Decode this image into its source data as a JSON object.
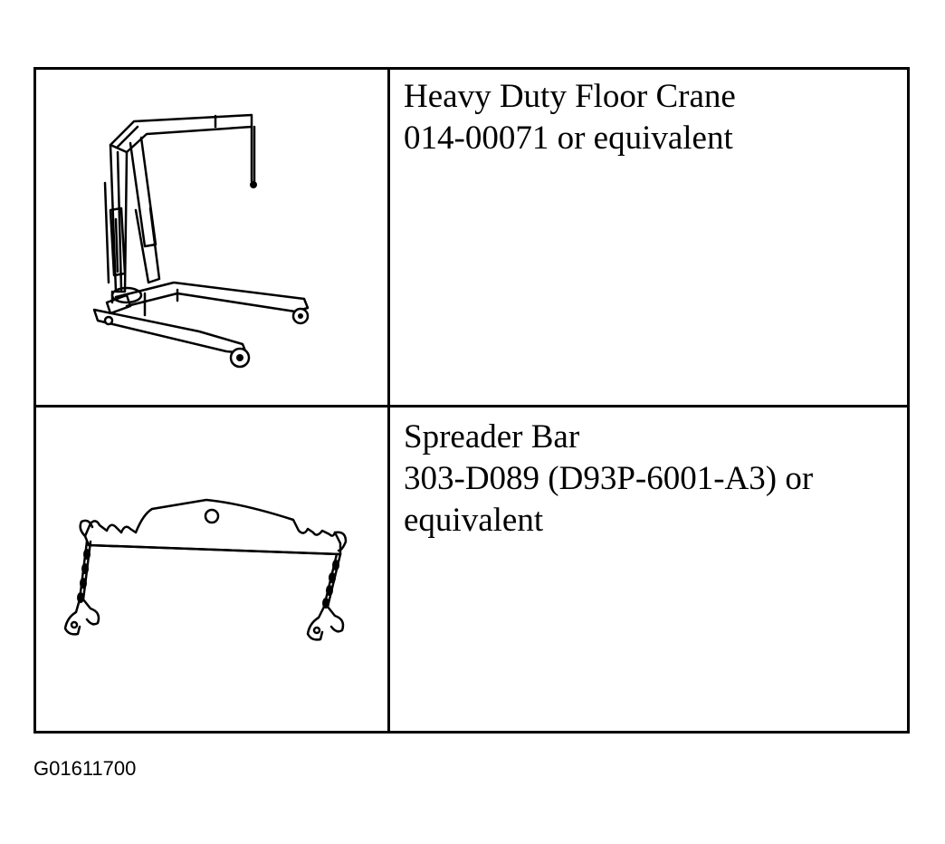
{
  "tools": [
    {
      "name": "Heavy Duty Floor Crane",
      "part": "014-00071 or equivalent",
      "illustration": "floor-crane-icon"
    },
    {
      "name": "Spreader Bar",
      "part_line1": "303-D089 (D93P-6001-A3) or",
      "part_line2": "equivalent",
      "illustration": "spreader-bar-icon"
    }
  ],
  "figure_id": "G01611700"
}
